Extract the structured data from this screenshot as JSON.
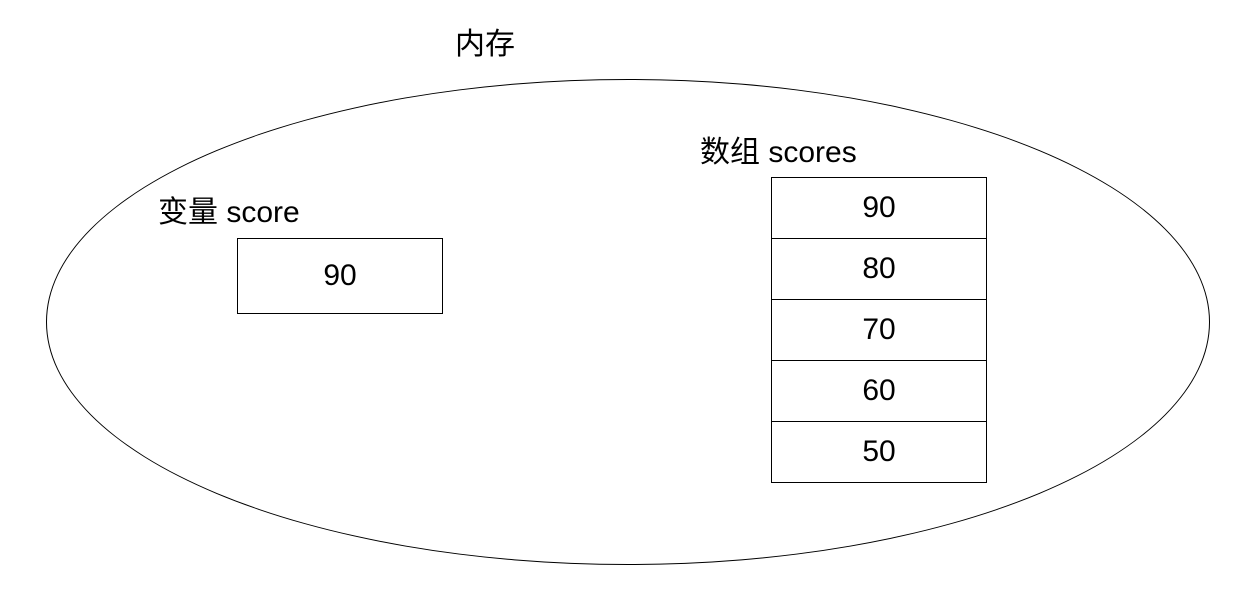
{
  "diagram": {
    "title": "内存",
    "line_color": "#000000",
    "background_color": "#ffffff",
    "variable": {
      "label": "变量 score",
      "value": "90"
    },
    "array": {
      "label": "数组 scores",
      "values": [
        "90",
        "80",
        "70",
        "60",
        "50"
      ]
    }
  }
}
